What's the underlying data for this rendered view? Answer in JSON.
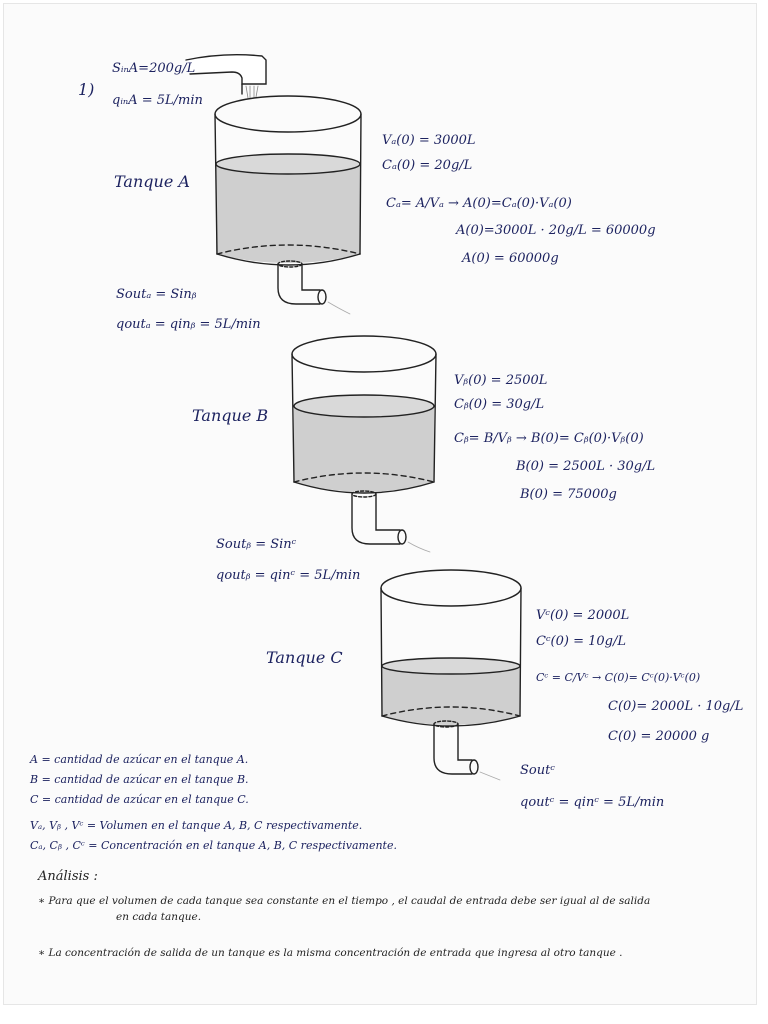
{
  "colors": {
    "ink": "#1d2360",
    "pencil": "#222222",
    "water_shade": "#c9c9c9",
    "paper": "#fbfbfb"
  },
  "problem_number": "1)",
  "inlet": {
    "s_in_a": "SᵢₙA=200g/L",
    "q_in_a": "qᵢₙA = 5L/min"
  },
  "tank_a": {
    "name": "Tanque  A",
    "v0": "Vₐ(0) = 3000L",
    "c0": "Cₐ(0) = 20g/L",
    "formula": "Cₐ= A/Vₐ  →  A(0)=Cₐ(0)·Vₐ(0)",
    "calc": "A(0)=3000L · 20g/L = 60000g",
    "result": "A(0) = 60000g",
    "out_s": "Soutₐ = Sinᵦ",
    "out_q": "qoutₐ = qinᵦ = 5L/min"
  },
  "tank_b": {
    "name": "Tanque  B",
    "v0": "Vᵦ(0) = 2500L",
    "c0": "Cᵦ(0) = 30g/L",
    "formula": "Cᵦ= B/Vᵦ  →  B(0)= Cᵦ(0)·Vᵦ(0)",
    "calc": "B(0) = 2500L · 30g/L",
    "result": "B(0) = 75000g",
    "out_s": "Soutᵦ = Sinᶜ",
    "out_q": "qoutᵦ = qinᶜ = 5L/min"
  },
  "tank_c": {
    "name": "Tanque  C",
    "v0": "Vᶜ(0) = 2000L",
    "c0": "Cᶜ(0) = 10g/L",
    "formula": "Cᶜ = C/Vᶜ  →  C(0)= Cᶜ(0)·Vᶜ(0)",
    "calc": "C(0)= 2000L · 10g/L",
    "result": "C(0) =  20000 g",
    "out_s": "Soutᶜ",
    "out_q": "qoutᶜ = qinᶜ = 5L/min"
  },
  "legend": [
    "A = cantidad de azúcar en el tanque A.",
    "B = cantidad de azúcar en el tanque B.",
    "C = cantidad de azúcar en el tanque C.",
    "Vₐ, Vᵦ , Vᶜ = Volumen en el tanque A, B, C respectivamente.",
    "Cₐ, Cᵦ , Cᶜ = Concentración en el tanque A, B, C respectivamente."
  ],
  "analysis": {
    "heading": "Análisis :",
    "bullet_1_line_1": "∗  Para  que el volumen  de cada tanque sea constante en el tiempo ,  el caudal  de entrada debe ser igual al de salida",
    "bullet_1_line_2": "en cada tanque.",
    "bullet_2": "∗  La   concentración  de salida  de  un tanque   es la misma concentración  de entrada   que  ingresa  al otro tanque ."
  }
}
